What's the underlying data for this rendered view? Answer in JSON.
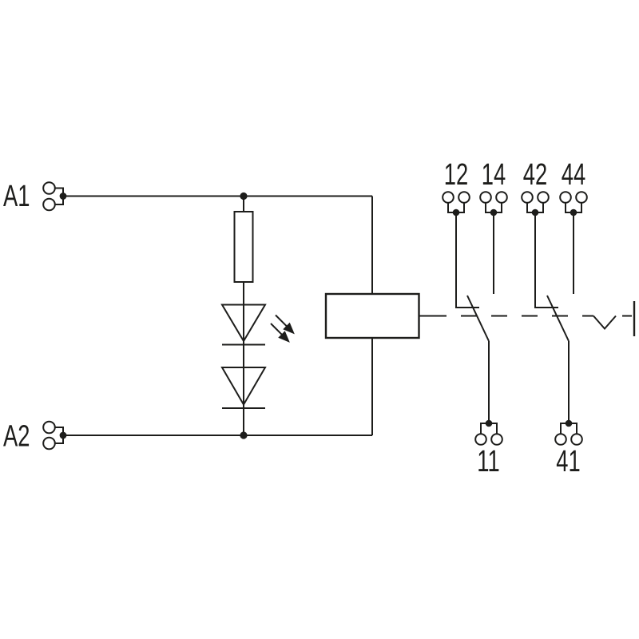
{
  "diagram": {
    "kind": "relay-module-circuit-schematic",
    "colors": {
      "background": "#ffffff",
      "line": "#1d1d1b"
    },
    "coil_circuit": {
      "input_terminals": [
        {
          "label": "A1"
        },
        {
          "label": "A2"
        }
      ],
      "components": [
        {
          "name": "series-resistor"
        },
        {
          "name": "status-led"
        },
        {
          "name": "protection-diode"
        },
        {
          "name": "relay-coil"
        }
      ]
    },
    "contact_sets": [
      {
        "name": "changeover-contact-1",
        "nc_terminal": {
          "label": "12"
        },
        "no_terminal": {
          "label": "14"
        },
        "common_terminal": {
          "label": "11"
        }
      },
      {
        "name": "changeover-contact-2",
        "nc_terminal": {
          "label": "42"
        },
        "no_terminal": {
          "label": "44"
        },
        "common_terminal": {
          "label": "41"
        }
      }
    ]
  }
}
